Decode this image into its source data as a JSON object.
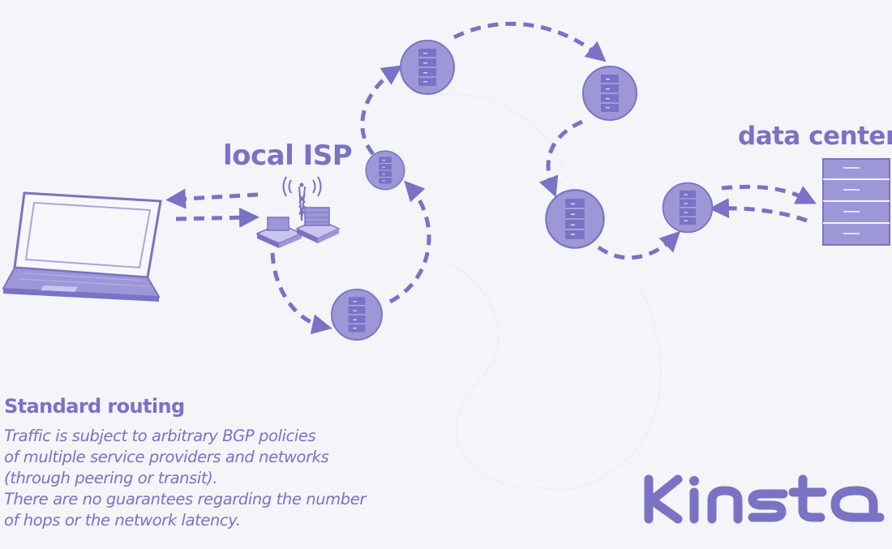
{
  "labels": {
    "isp": "local ISP",
    "datacenter": "data center"
  },
  "info": {
    "title": "Standard routing",
    "lines": [
      "Traffic is subject to arbitrary BGP policies",
      "of multiple service providers and networks",
      "(through peering or transit).",
      "There are no guarantees regarding the number",
      "of hops or the network latency."
    ]
  },
  "brand": {
    "name": "kinsta",
    "color": "#7a72c4",
    "background": "#f4f4f9",
    "node_fill": "#9d97d8",
    "node_ring": "#7a72c4"
  }
}
